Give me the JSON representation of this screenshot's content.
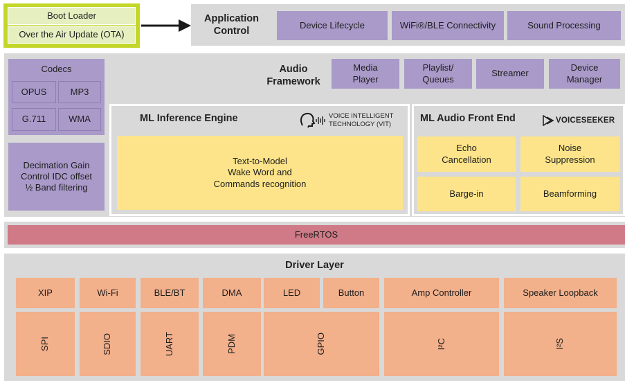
{
  "ota_group": {
    "boot_loader": "Boot Loader",
    "ota": "Over the Air Update (OTA)"
  },
  "app_control": {
    "title": "Application\nControl",
    "items": [
      "Device Lifecycle",
      "WiFi®/BLE Connectivity",
      "Sound Processing"
    ]
  },
  "codecs": {
    "title": "Codecs",
    "items": [
      "OPUS",
      "MP3",
      "G.711",
      "WMA"
    ],
    "decimation": "Decimation Gain\nControl IDC offset\n½ Band filtering"
  },
  "audio_framework": {
    "title": "Audio\nFramework",
    "items": [
      "Media\nPlayer",
      "Playlist/\nQueues",
      "Streamer",
      "Device\nManager"
    ]
  },
  "ml_inference": {
    "title": "ML Inference Engine",
    "vit_label": "VOICE INTELLIGENT\nTECHNOLOGY (VIT)",
    "body": "Text-to-Model\nWake Word and\nCommands recognition"
  },
  "ml_front_end": {
    "title": "ML Audio Front End",
    "logo_text": "VOICESEEKER",
    "items": [
      "Echo\nCancellation",
      "Noise\nSuppression",
      "Barge-in",
      "Beamforming"
    ]
  },
  "freertos": "FreeRTOS",
  "driver_layer": {
    "title": "Driver Layer",
    "top_row": [
      "XIP",
      "Wi-Fi",
      "BLE/BT",
      "DMA",
      "LED",
      "Button",
      "Amp Controller",
      "Speaker Loopback"
    ],
    "bottom_row": [
      "SPI",
      "SDIO",
      "UART",
      "PDM",
      "GPIO",
      "I²C",
      "I²S"
    ]
  },
  "colors": {
    "purple": "#a99ac9",
    "yellow": "#fde48a",
    "orange": "#f2b08b",
    "pink": "#cf7a86",
    "gray": "#d9d9d9",
    "lime": "#c3d62a"
  }
}
